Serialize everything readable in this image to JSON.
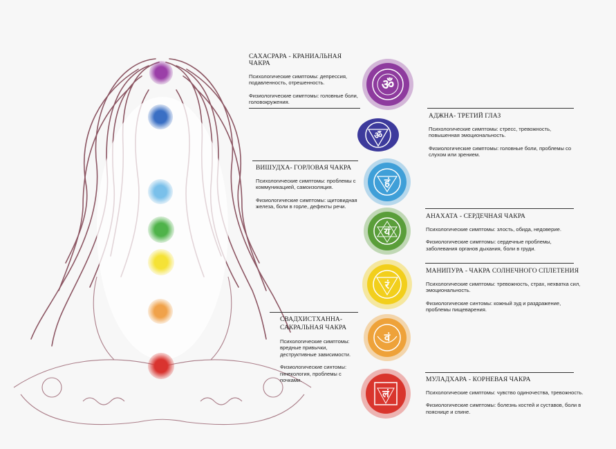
{
  "chakras": [
    {
      "id": "sahasrara",
      "title": "САХАСРАРА - КРАНИАЛЬНАЯ ЧАКРА",
      "psych": "Психологические симптомы: депрессия, подавленность, отрешенность.",
      "phys": "Физиологические симптомы: головные боли, головокружения.",
      "symbol": "ॐ",
      "color": "#8e3b9e"
    },
    {
      "id": "ajna",
      "title": "АДЖНА- ТРЕТИЙ ГЛАЗ",
      "psych": "Психологические симптомы: стресс, тревожность, повышенная эмоциональность.",
      "phys": "Физиологические симптомы: головные боли, проблемы со слухом или зрением.",
      "symbol": "ॐ",
      "color": "#3d3a9c"
    },
    {
      "id": "vishuddha",
      "title": "ВИШУДХА- ГОРЛОВАЯ ЧАКРА",
      "psych": "Психологические симптомы: проблемы с коммуникацией, самоизоляция.",
      "phys": "Физиологические симптомы: щитовидная железа, боли в горле, дефекты речи.",
      "symbol": "हं",
      "color": "#3f9fd8"
    },
    {
      "id": "anahata",
      "title": "АНАХАТА - СЕРДЕЧНАЯ ЧАКРА",
      "psych": "Психологические симптомы: злость, обида, недоверие.",
      "phys": "Физиологические симптомы: сердечные проблемы, заболевания органов дыхания, боли в груди.",
      "symbol": "यं",
      "color": "#5a9e3a"
    },
    {
      "id": "manipura",
      "title": "МАНИПУРА - ЧАКРА СОЛНЕЧНОГО СПЛЕТЕНИЯ",
      "psych": "Психологические симптомы: тревожность, страх, нехватка сил, эмоциональность.",
      "phys": "Физиологические синтомы: кожный зуд и раздражение, проблемы пищеварения.",
      "symbol": "रं",
      "color": "#f2cf1c"
    },
    {
      "id": "svadhisthana",
      "title": "СВАДХИСТХАННА- САКРАЛЬНАЯ ЧАКРА",
      "psych": "Психологические симптомы: вредные привычки, деструктивные зависимости.",
      "phys": "Физиологические синтомы: гинекология, проблемы с почками.",
      "symbol": "वं",
      "color": "#eea23a"
    },
    {
      "id": "muladhara",
      "title": "МУЛАДХАРА -  КОРНЕВАЯ ЧАКРА",
      "psych": "Психологические симптомы: чувство одиночества, тревожность.",
      "phys": "Физиологические симптомы: болезнь костей и суставов, боли в пояснице и спине.",
      "symbol": "लं",
      "color": "#d9352d"
    }
  ],
  "figure_dots": [
    {
      "name": "crown-dot",
      "color": "#9b3fa8"
    },
    {
      "name": "third-eye-dot",
      "color": "#3a6fc4"
    },
    {
      "name": "throat-dot",
      "color": "#6fb8e6"
    },
    {
      "name": "heart-dot",
      "color": "#4fb34a"
    },
    {
      "name": "solar-dot",
      "color": "#f5e236"
    },
    {
      "name": "sacral-dot",
      "color": "#f0a24a"
    },
    {
      "name": "root-dot",
      "color": "#d9342f"
    }
  ]
}
